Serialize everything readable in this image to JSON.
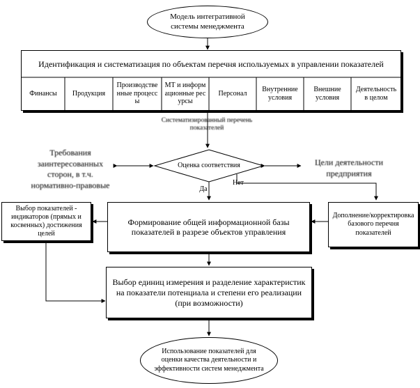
{
  "start_node": "Модель интегративной системы менеджмента",
  "header_box": {
    "title": "Идентификация и систематизация по объектам перечня используемых в управлении показателей",
    "columns": [
      "Финансы",
      "Продукция",
      "Производственные процессы",
      "МТ и информационные ресурсы",
      "Персонал",
      "Внутренние условия",
      "Внешние условия",
      "Деятельность в целом"
    ]
  },
  "arrow_label_systematized": "Систематизированный перечень показателей",
  "decision": "Оценка соответствия",
  "left_input": "Требования заинтересованных сторон, в т.ч. нормативно-правовые",
  "right_input": "Цели деятельности предприятия",
  "branch_yes": "Да",
  "branch_no": "Нет",
  "main_box": "Формирование общей информационной базы показателей в разрезе объектов управления",
  "left_box": "Выбор показателей - индикаторов (прямых и косвенных) достижения целей",
  "right_box": "Дополнение/корректировка базового перечня показателей",
  "bottom_box": "Выбор единиц измерения и разделение характеристик на показатели потенциала и степени его реализации (при возможности)",
  "end_node": "Использование показателей для оценки качества деятельности и эффективности систем менеджмента"
}
